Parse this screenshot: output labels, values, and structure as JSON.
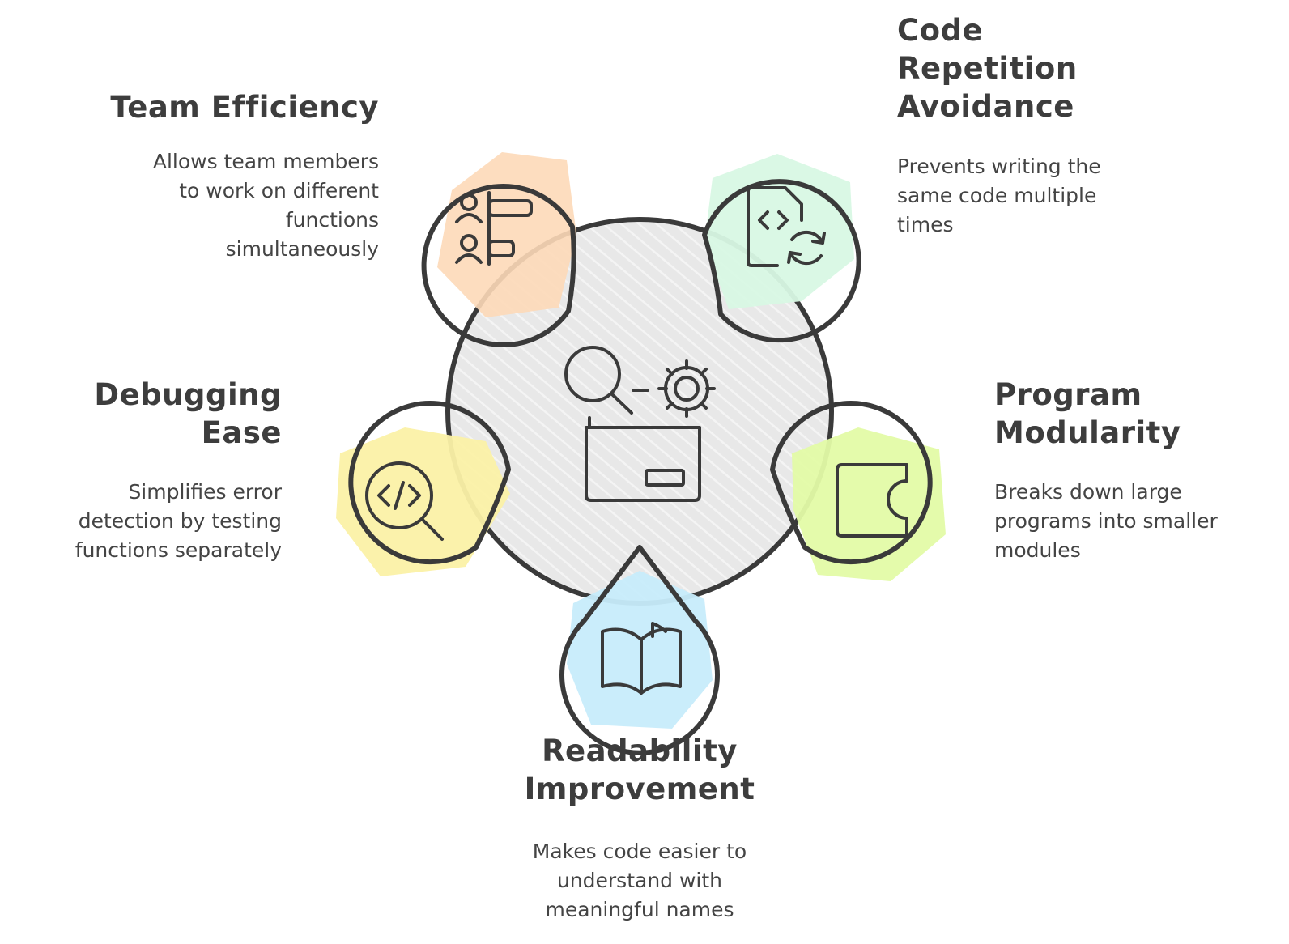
{
  "colors": {
    "outline": "#3a3a3a",
    "hub_fill": "#e6e6e6",
    "team_efficiency": "#fdd9b8",
    "code_repetition_avoidance": "#d8f8e4",
    "program_modularity": "#e3fba6",
    "readability_improvement": "#c7ecfb",
    "debugging_ease": "#fbf1a6"
  },
  "hub": {
    "icon": "search-gear-monitor-icon"
  },
  "items": [
    {
      "id": "team-efficiency",
      "title_lines": [
        "Team Efficiency"
      ],
      "desc_lines": [
        "Allows team members",
        "to work on different",
        "functions",
        "simultaneously"
      ],
      "icon": "team-assignment-icon"
    },
    {
      "id": "code-repetition-avoidance",
      "title_lines": [
        "Code",
        "Repetition",
        "Avoidance"
      ],
      "desc_lines": [
        "Prevents writing the",
        "same code multiple",
        "times"
      ],
      "icon": "code-file-refresh-icon"
    },
    {
      "id": "program-modularity",
      "title_lines": [
        "Program",
        "Modularity"
      ],
      "desc_lines": [
        "Breaks down large",
        "programs into smaller",
        "modules"
      ],
      "icon": "module-block-icon"
    },
    {
      "id": "readability-improvement",
      "title_lines": [
        "Readability",
        "Improvement"
      ],
      "desc_lines": [
        "Makes code easier to",
        "understand with",
        "meaningful names"
      ],
      "icon": "open-book-icon"
    },
    {
      "id": "debugging-ease",
      "title_lines": [
        "Debugging",
        "Ease"
      ],
      "desc_lines": [
        "Simplifies error",
        "detection by testing",
        "functions separately"
      ],
      "icon": "code-search-icon"
    }
  ]
}
